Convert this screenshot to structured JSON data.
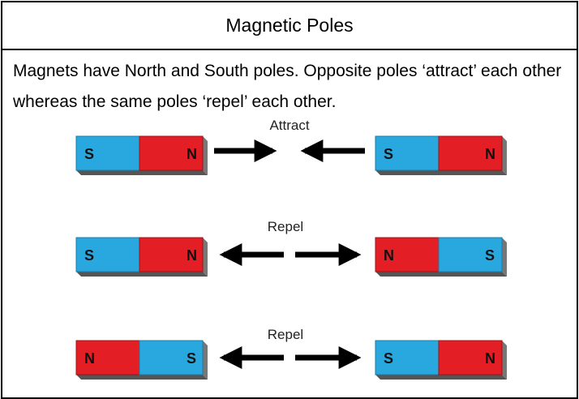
{
  "title": "Magnetic Poles",
  "intro": "Magnets have North and South poles. Opposite poles ‘attract’ each other whereas the same poles ‘repel’ each other.",
  "colors": {
    "north": "#e31e24",
    "south": "#29a8e0",
    "north_shade": "#9c1418",
    "south_shade": "#1d7aa6",
    "arrow": "#000000"
  },
  "rows": [
    {
      "interaction": "Attract",
      "left_magnet": [
        "S",
        "N"
      ],
      "right_magnet": [
        "S",
        "N"
      ],
      "arrows": "inward"
    },
    {
      "interaction": "Repel",
      "left_magnet": [
        "S",
        "N"
      ],
      "right_magnet": [
        "N",
        "S"
      ],
      "arrows": "outward"
    },
    {
      "interaction": "Repel",
      "left_magnet": [
        "N",
        "S"
      ],
      "right_magnet": [
        "S",
        "N"
      ],
      "arrows": "outward"
    }
  ]
}
